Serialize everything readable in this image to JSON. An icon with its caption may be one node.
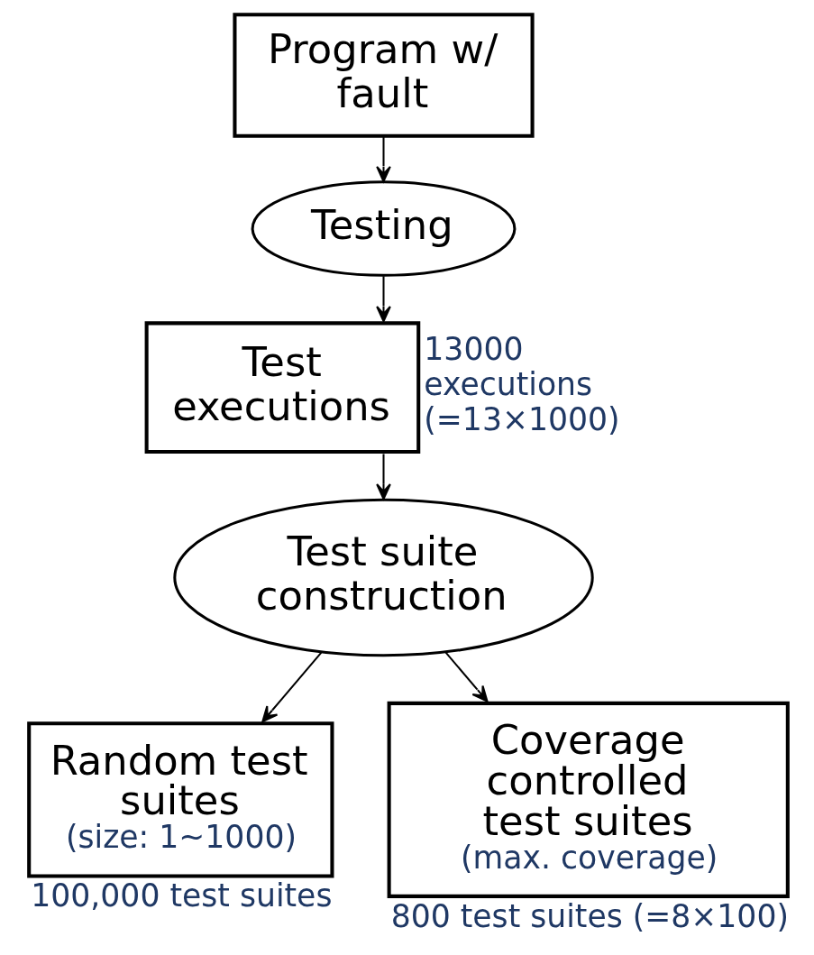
{
  "diagram": {
    "nodes": [
      {
        "text": [
          "Program w/ fault"
        ]
      },
      {
        "text": [
          "Testing"
        ]
      },
      {
        "text": [
          "Test executions"
        ],
        "beside": [
          "13000 executions (=13×1000)"
        ]
      },
      {
        "text": [
          "Test suite construction"
        ]
      },
      {
        "text": [
          "Random test suites",
          "(size: 1~1000)"
        ],
        "beside": [
          "100,000 test suites"
        ]
      },
      {
        "text": [
          "Coverage controlled test suites",
          "(max. coverage)"
        ],
        "beside": [
          "800 test suites (=8×100)"
        ]
      }
    ],
    "edges": [
      {
        "from": 0,
        "to": 1,
        "arrow": "to"
      },
      {
        "from": 1,
        "to": 2,
        "arrow": "to"
      },
      {
        "from": 2,
        "to": 3,
        "arrow": "to"
      },
      {
        "from": 3,
        "to": 4,
        "arrow": "to"
      },
      {
        "from": 3,
        "to": 5,
        "arrow": "to"
      }
    ]
  }
}
